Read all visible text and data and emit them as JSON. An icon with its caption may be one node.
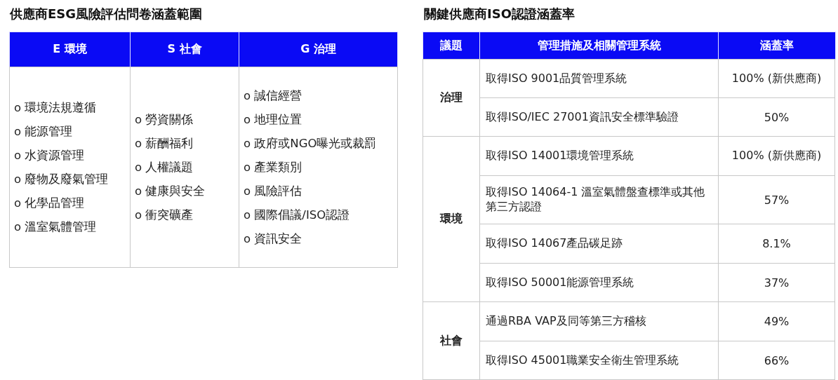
{
  "diagram": {
    "labels": [
      "供應商ESG風險評估問卷涵蓋範圍",
      "E 環境",
      "S 社會",
      "G 治理",
      "o 環境法規遵循",
      "o 能源管理",
      "o 水資源管理",
      "o 廢物及廢氣管理",
      "o 化學品管理",
      "o 溫室氣體管理",
      "o 勞資關係",
      "o 薪酬福利",
      "o 人權議題",
      "o 健康與安全",
      "o 衝突礦產",
      "o 誠信經營",
      "o 地理位置",
      "o 政府或NGO曝光或裁罰",
      "o 產業類別",
      "o 風險評估",
      "o 國際倡議/ISO認證",
      "o 資訊安全",
      "關鍵供應商ISO認證涵蓋率",
      "議題",
      "管理措施及相關管理系統",
      "涵蓋率",
      "治理",
      "取得ISO 9001品質管理系統",
      "100% (新供應商)",
      "取得ISO/IEC 27001資訊安全標準驗證",
      "50%",
      "環境",
      "取得ISO 14001環境管理系統",
      "100% (新供應商)",
      "取得ISO 14064-1 溫室氣體盤查標準或其他第三方認證",
      "57%",
      "取得ISO 14067產品碳足跡",
      "8.1%",
      "取得ISO 50001能源管理系統",
      "37%",
      "社會",
      "通過RBA VAP及同等第三方稽核",
      "49%",
      "取得ISO 45001職業安全衛生管理系統",
      "66%"
    ]
  }
}
